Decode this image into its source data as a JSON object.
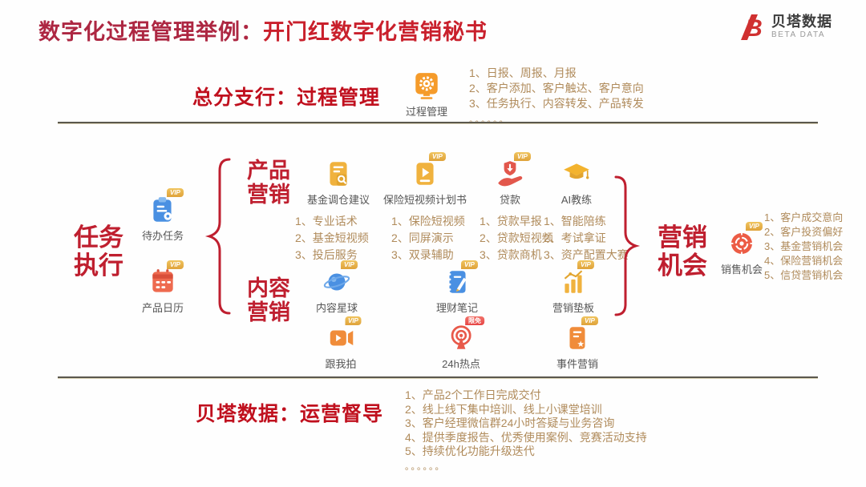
{
  "header": {
    "title_part1": "数字化过程管理举例：",
    "title_part2": "开门红数字化营销秘书",
    "logo_name": "贝塔数据",
    "logo_subtitle": "BETA DATA"
  },
  "top_section": {
    "heading": "总分支行：过程管理",
    "app": {
      "name": "过程管理"
    },
    "items": [
      "1、日报、周报、月报",
      "2、客户添加、客户触达、客户意向",
      "3、任务执行、内容转发、产品转发"
    ],
    "dots": "。。。。。。"
  },
  "left_group": {
    "line1": "任务",
    "line2": "执行",
    "apps": [
      {
        "name": "待办任务",
        "badge": "VIP"
      },
      {
        "name": "产品日历",
        "badge": "VIP"
      }
    ]
  },
  "product_group": {
    "line1": "产品",
    "line2": "营销",
    "columns": [
      {
        "name": "基金调仓建议",
        "items": [
          "1、专业话术",
          "2、基金短视频",
          "3、投后服务"
        ]
      },
      {
        "name": "保险短视频计划书",
        "badge": "VIP",
        "items": [
          "1、保险短视频",
          "2、同屏演示",
          "3、双录辅助"
        ]
      },
      {
        "name": "贷款",
        "badge": "VIP",
        "items": [
          "1、贷款早报",
          "2、贷款短视频",
          "3、贷款商机"
        ]
      },
      {
        "name": "AI教练",
        "items": [
          "1、智能陪练",
          "2、考试拿证",
          "3、资产配置大赛"
        ]
      }
    ]
  },
  "content_group": {
    "line1": "内容",
    "line2": "营销",
    "row1": [
      {
        "name": "内容星球",
        "badge": "VIP"
      },
      {
        "name": "理财笔记",
        "badge": "VIP"
      },
      {
        "name": "营销垫板",
        "badge": "VIP"
      }
    ],
    "row2": [
      {
        "name": "跟我拍",
        "badge": "VIP"
      },
      {
        "name": "24h热点",
        "badge": "限免"
      },
      {
        "name": "事件营销",
        "badge": "VIP"
      }
    ]
  },
  "right_group": {
    "line1": "营销",
    "line2": "机会",
    "app": {
      "name": "销售机会",
      "badge": "VIP"
    },
    "items": [
      "1、客户成交意向",
      "2、客户投资偏好",
      "3、基金营销机会",
      "4、保险营销机会",
      "5、信贷营销机会"
    ]
  },
  "bottom_section": {
    "heading": "贝塔数据：运营督导",
    "items": [
      "1、产品2个工作日完成交付",
      "2、线上线下集中培训、线上小课堂培训",
      "3、客户经理微信群24小时答疑与业务咨询",
      "4、提供季度报告、优秀使用案例、竞赛活动支持",
      "5、持续优化功能升级迭代"
    ],
    "dots": "。。。。。。"
  },
  "colors": {
    "accent_red": "#c0101e",
    "label_red": "#bf1f2f",
    "title_maroon": "#ad2742",
    "title_red": "#c9202c",
    "list_tan": "#b08b5b",
    "text_gray": "#565656",
    "logo_red": "#d03030",
    "divider_dark": "#5b584e",
    "divider_light": "#d9d2b6",
    "icon_orange": "#f59b2a",
    "icon_blue": "#4a90e2",
    "icon_gold": "#f0b23e",
    "icon_red": "#e8594a",
    "vip_gold_1": "#f0c45e",
    "vip_gold_2": "#dfa23a",
    "free_red": "#e64545"
  }
}
